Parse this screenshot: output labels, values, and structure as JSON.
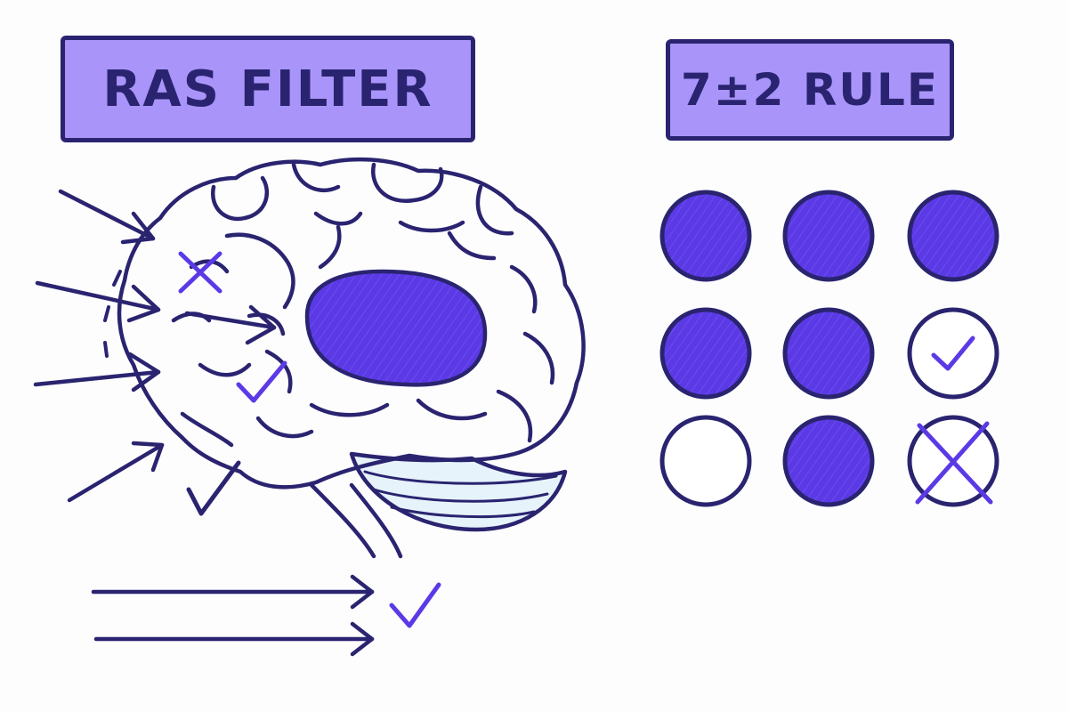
{
  "ras_filter": {
    "title": "RAS FILTER",
    "input_arrows": 5,
    "output_arrows": 2
  },
  "seven_plus_minus_two": {
    "title": "7±2 RULE",
    "grid": [
      [
        "filled",
        "filled",
        "filled"
      ],
      [
        "filled",
        "filled",
        "checked"
      ],
      [
        "empty",
        "filled",
        "crossed"
      ]
    ]
  },
  "colors": {
    "ink": "#2a2470",
    "accent": "#5b3ae6",
    "label_fill": "#a994fa",
    "cerebellum_fill": "#e6f3fb",
    "background": "#fdfdfe"
  }
}
